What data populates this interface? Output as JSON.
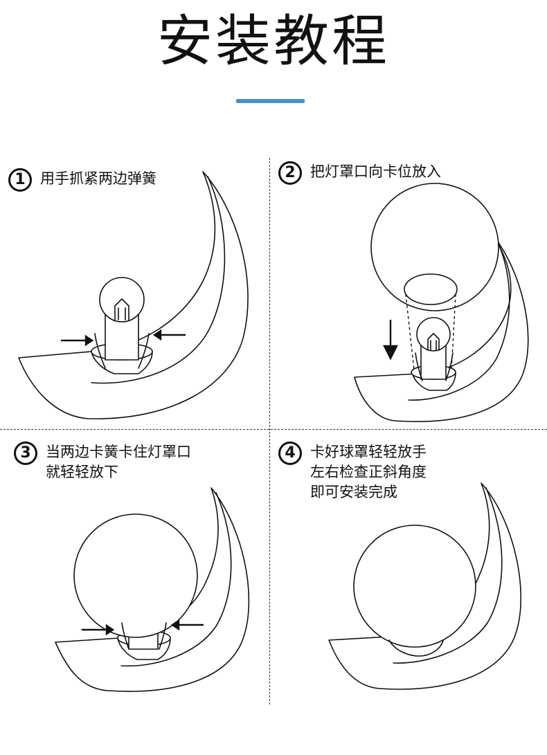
{
  "header": {
    "title": "安装教程",
    "accent_color": "#4a90c8"
  },
  "steps": [
    {
      "number": "1",
      "lines": [
        "用手抓紧两边弹簧"
      ]
    },
    {
      "number": "2",
      "lines": [
        "把灯罩口向卡位放入"
      ]
    },
    {
      "number": "3",
      "lines": [
        "当两边卡簧卡住灯罩口",
        "就轻轻放下"
      ]
    },
    {
      "number": "4",
      "lines": [
        "卡好球罩轻轻放手",
        "左右检查正斜角度",
        "即可安装完成"
      ]
    }
  ]
}
